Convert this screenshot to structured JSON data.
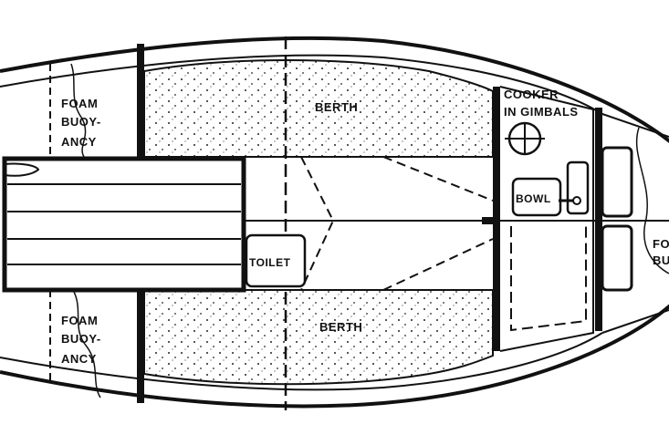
{
  "labels": {
    "foam_top": [
      "FOAM",
      "BUOY-",
      "ANCY"
    ],
    "foam_bottom": [
      "FOAM",
      "BUOY-",
      "ANCY"
    ],
    "berth_top": "BERTH",
    "berth_bottom": "BERTH",
    "cooker": [
      "COOKER",
      "IN GIMBALS"
    ],
    "bowl": "BOWL",
    "toilet": "TOILET",
    "foam_bow": [
      "FO",
      "BU"
    ]
  },
  "colors": {
    "ink": "#111111",
    "paper": "#ffffff"
  }
}
